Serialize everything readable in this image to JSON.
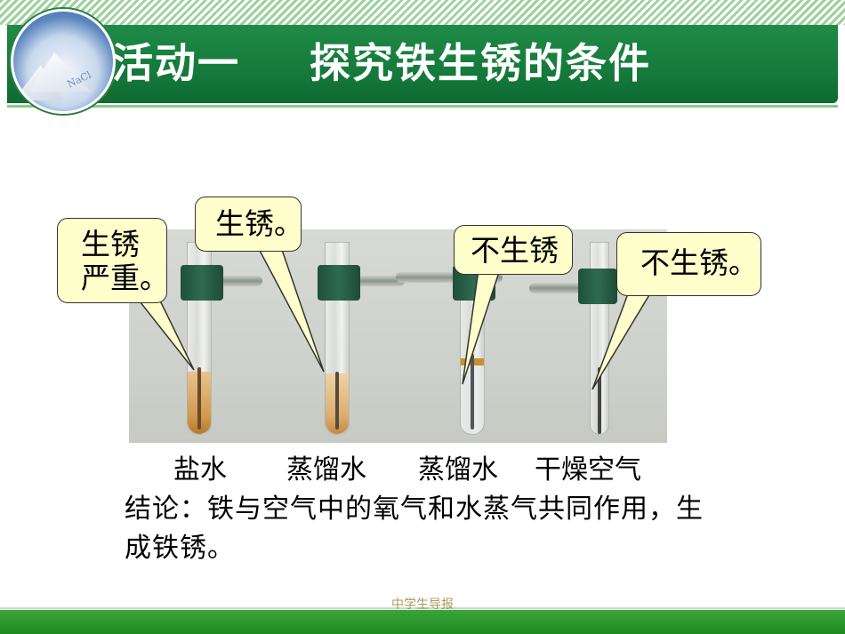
{
  "header": {
    "title_part1": "活动一",
    "title_part2": "探究铁生锈的条件",
    "logo_text": "NaCl"
  },
  "callouts": {
    "c1_line1": "生锈",
    "c1_line2": "严重。",
    "c2": "生锈。",
    "c3": "不生锈",
    "c4": "不生锈。"
  },
  "labels": {
    "l1": "盐水",
    "l2": "蒸馏水",
    "l3": "蒸馏水",
    "l4": "干燥空气"
  },
  "conclusion": "结论：铁与空气中的氧气和水蒸气共同作用，生成铁锈。",
  "watermark": "中学生导报",
  "colors": {
    "header_green": "#157a3b",
    "footer_green": "#2a9a2a",
    "callout_fill": "#ffffcc",
    "rust_liquid": "#d9a25a"
  }
}
